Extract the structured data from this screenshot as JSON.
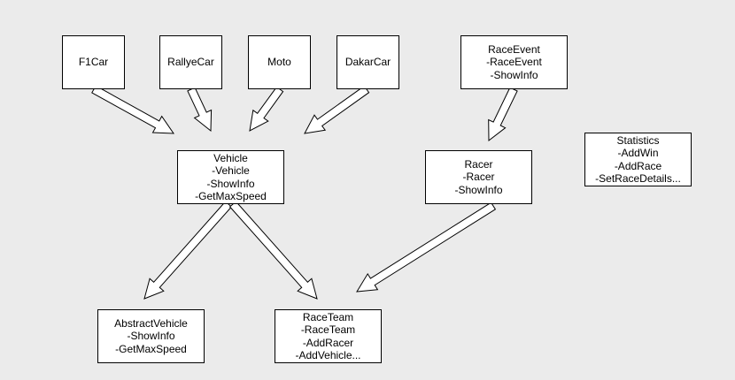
{
  "nodes": {
    "f1car": [
      "F1Car"
    ],
    "rallyecar": [
      "RallyeCar"
    ],
    "moto": [
      "Moto"
    ],
    "dakarcar": [
      "DakarCar"
    ],
    "raceevent": [
      "RaceEvent",
      "-RaceEvent",
      "-ShowInfo"
    ],
    "vehicle": [
      "Vehicle",
      "-Vehicle",
      "-ShowInfo",
      "-GetMaxSpeed"
    ],
    "racer": [
      "Racer",
      "-Racer",
      "-ShowInfo"
    ],
    "statistics": [
      "Statistics",
      "-AddWin",
      "-AddRace",
      "-SetRaceDetails..."
    ],
    "abstractvehicle": [
      "AbstractVehicle",
      "-ShowInfo",
      "-GetMaxSpeed"
    ],
    "raceteam": [
      "RaceTeam",
      "-RaceTeam",
      "-AddRacer",
      "-AddVehicle..."
    ]
  },
  "colors": {
    "background": "#ebebeb",
    "box_fill": "#ffffff",
    "stroke": "#000000"
  }
}
